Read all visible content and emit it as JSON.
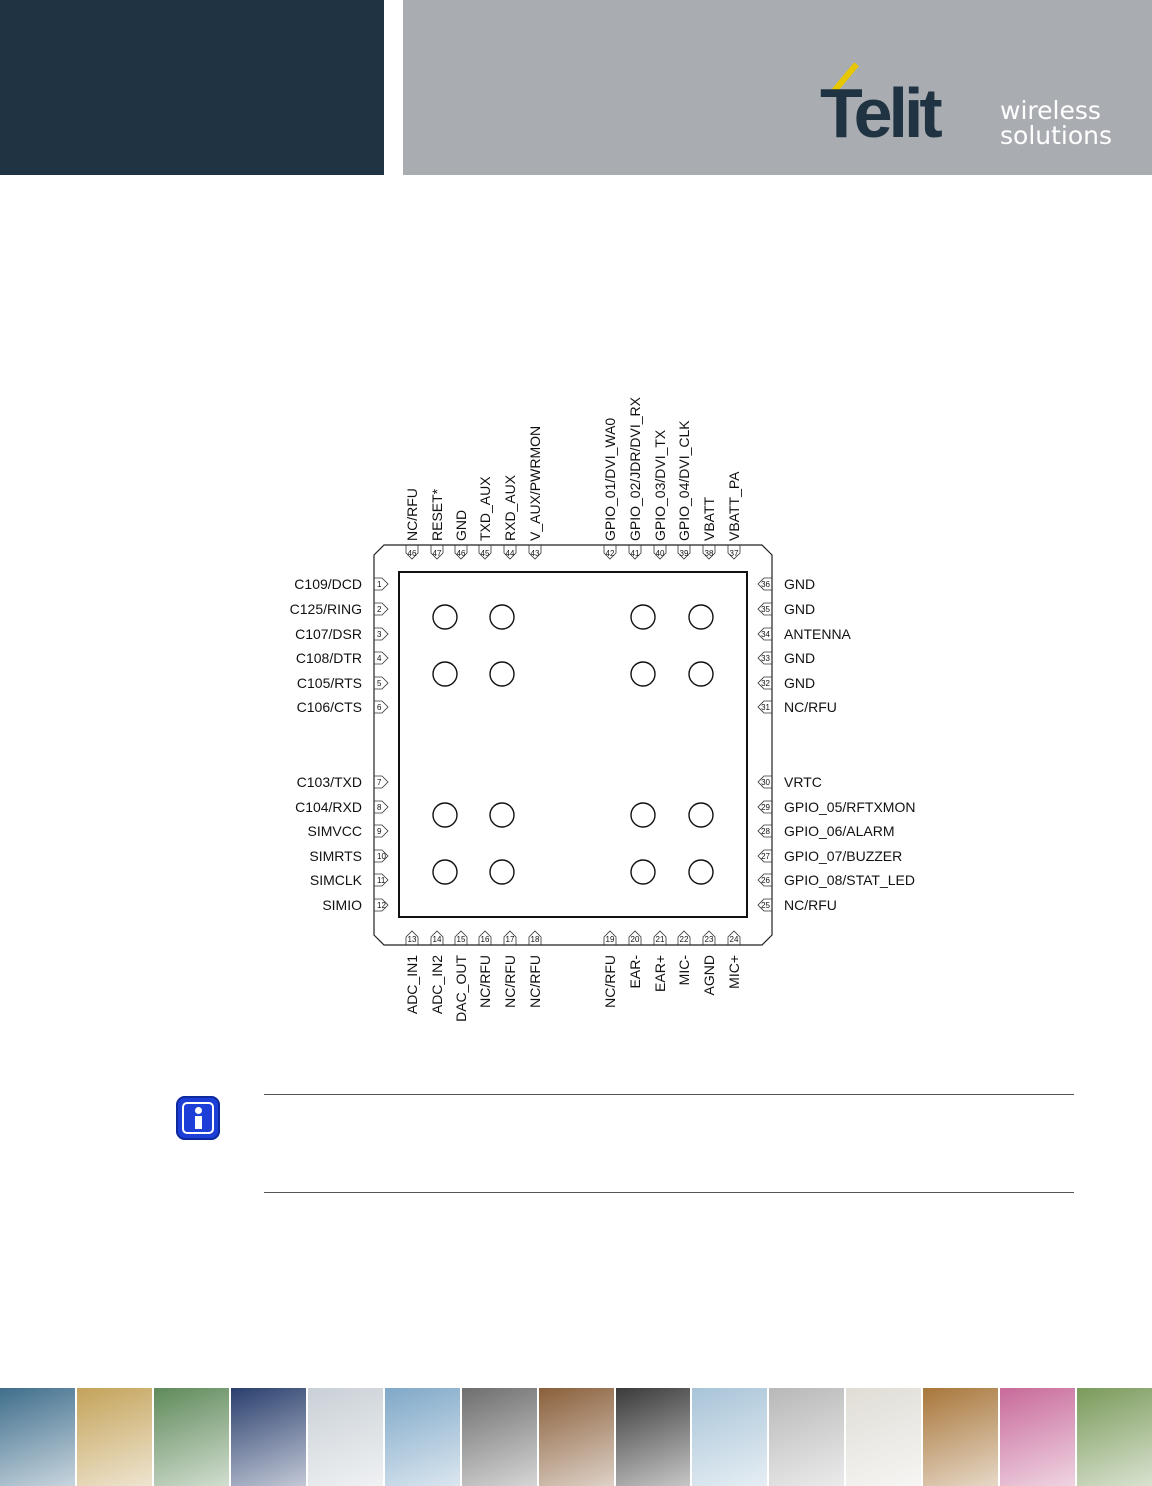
{
  "header": {
    "logo_brand": "Telit",
    "logo_tagline_1": "wireless",
    "logo_tagline_2": "solutions"
  },
  "diagram": {
    "top_pins": [
      {
        "num": "46",
        "label": "NC/RFU"
      },
      {
        "num": "47",
        "label": "RESET*"
      },
      {
        "num": "46",
        "label": "GND"
      },
      {
        "num": "45",
        "label": "TXD_AUX"
      },
      {
        "num": "44",
        "label": "RXD_AUX"
      },
      {
        "num": "43",
        "label": "V_AUX/PWRMON"
      },
      {
        "num": "42",
        "label": "GPIO_01/DVI_WA0"
      },
      {
        "num": "41",
        "label": "GPIO_02/JDR/DVI_RX"
      },
      {
        "num": "40",
        "label": "GPIO_03/DVI_TX"
      },
      {
        "num": "39",
        "label": "GPIO_04/DVI_CLK"
      },
      {
        "num": "38",
        "label": "VBATT"
      },
      {
        "num": "37",
        "label": "VBATT_PA"
      }
    ],
    "left_pins": [
      {
        "num": "1",
        "label": "C109/DCD"
      },
      {
        "num": "2",
        "label": "C125/RING"
      },
      {
        "num": "3",
        "label": "C107/DSR"
      },
      {
        "num": "4",
        "label": "C108/DTR"
      },
      {
        "num": "5",
        "label": "C105/RTS"
      },
      {
        "num": "6",
        "label": "C106/CTS"
      },
      {
        "num": "7",
        "label": "C103/TXD"
      },
      {
        "num": "8",
        "label": "C104/RXD"
      },
      {
        "num": "9",
        "label": "SIMVCC"
      },
      {
        "num": "10",
        "label": "SIMRTS"
      },
      {
        "num": "11",
        "label": "SIMCLK"
      },
      {
        "num": "12",
        "label": "SIMIO"
      }
    ],
    "right_pins": [
      {
        "num": "36",
        "label": "GND"
      },
      {
        "num": "35",
        "label": "GND"
      },
      {
        "num": "34",
        "label": "ANTENNA"
      },
      {
        "num": "33",
        "label": "GND"
      },
      {
        "num": "32",
        "label": "GND"
      },
      {
        "num": "31",
        "label": "NC/RFU"
      },
      {
        "num": "30",
        "label": "VRTC"
      },
      {
        "num": "29",
        "label": "GPIO_05/RFTXMON"
      },
      {
        "num": "28",
        "label": "GPIO_06/ALARM"
      },
      {
        "num": "27",
        "label": "GPIO_07/BUZZER"
      },
      {
        "num": "26",
        "label": "GPIO_08/STAT_LED"
      },
      {
        "num": "25",
        "label": "NC/RFU"
      }
    ],
    "bottom_pins": [
      {
        "num": "13",
        "label": "ADC_IN1"
      },
      {
        "num": "14",
        "label": "ADC_IN2"
      },
      {
        "num": "15",
        "label": "DAC_OUT"
      },
      {
        "num": "16",
        "label": "NC/RFU"
      },
      {
        "num": "17",
        "label": "NC/RFU"
      },
      {
        "num": "18",
        "label": "NC/RFU"
      },
      {
        "num": "19",
        "label": "NC/RFU"
      },
      {
        "num": "20",
        "label": "EAR-"
      },
      {
        "num": "21",
        "label": "EAR+"
      },
      {
        "num": "22",
        "label": "MIC-"
      },
      {
        "num": "23",
        "label": "AGND"
      },
      {
        "num": "24",
        "label": "MIC+"
      }
    ]
  },
  "colors": {
    "header_dark": "#1f3342",
    "header_grey": "#a9adb1",
    "logo_accent": "#e8c600",
    "note_icon_blue": "#1d3fd8"
  },
  "note": {
    "icon": "info-icon"
  },
  "footer": {
    "tiles": [
      {
        "icon": "highway-photo",
        "color": "#3f6e8c"
      },
      {
        "icon": "parking-meter-photo",
        "color": "#c4a35a"
      },
      {
        "icon": "shipping-containers-photo",
        "color": "#5f8a5a"
      },
      {
        "icon": "digital-clock-photo",
        "color": "#2a3f6e"
      },
      {
        "icon": "keyboard-photo",
        "color": "#c9d0d6"
      },
      {
        "icon": "cyclist-photo",
        "color": "#7fa8c8"
      },
      {
        "icon": "card-reader-photo",
        "color": "#6e6e6e"
      },
      {
        "icon": "vending-machine-photo",
        "color": "#8a5f3a"
      },
      {
        "icon": "atm-photo",
        "color": "#3a3a3a"
      },
      {
        "icon": "wind-turbines-photo",
        "color": "#a8c4d8"
      },
      {
        "icon": "electricity-meter-photo",
        "color": "#b8b8b8"
      },
      {
        "icon": "laser-beam-photo",
        "color": "#e0ddd6"
      },
      {
        "icon": "train-station-photo",
        "color": "#a8763a"
      },
      {
        "icon": "printing-press-photo",
        "color": "#c86a9a"
      },
      {
        "icon": "security-camera-photo",
        "color": "#7a9a5a"
      }
    ]
  }
}
